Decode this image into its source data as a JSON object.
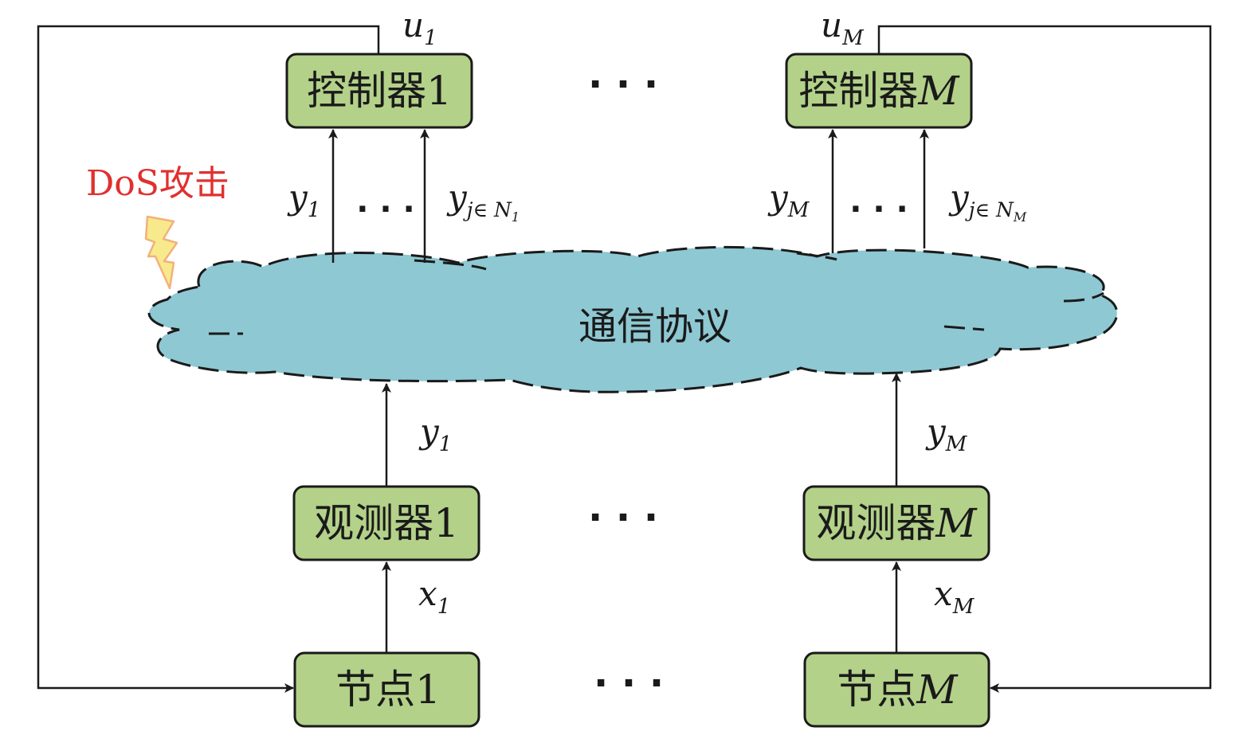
{
  "controllers": [
    {
      "label": "控制器1",
      "output": "u",
      "output_sub": "1"
    },
    {
      "label": "控制器",
      "label_var": "M",
      "output": "u",
      "output_sub": "M"
    }
  ],
  "observers": [
    {
      "label": "观测器1"
    },
    {
      "label": "观测器",
      "label_var": "M"
    }
  ],
  "nodes": [
    {
      "label": "节点1"
    },
    {
      "label": "节点",
      "label_var": "M"
    }
  ],
  "network": {
    "label": "通信协议"
  },
  "attack": {
    "label": "DoS攻击",
    "color": "#e03030"
  },
  "signals": {
    "y1_top": {
      "var": "y",
      "sub": "1"
    },
    "yjN1": {
      "var": "y",
      "sub": "j∈ N",
      "subsub": "1"
    },
    "yM_top": {
      "var": "y",
      "sub": "M"
    },
    "yjNM": {
      "var": "y",
      "sub": "j∈ N",
      "subsub": "M"
    },
    "y1_bottom": {
      "var": "y",
      "sub": "1"
    },
    "yM_bottom": {
      "var": "y",
      "sub": "M"
    },
    "x1": {
      "var": "x",
      "sub": "1"
    },
    "xM": {
      "var": "x",
      "sub": "M"
    }
  },
  "ellipsis": "· · ·",
  "colors": {
    "box_fill": "#b3d189",
    "cloud_fill": "#8ec8d3",
    "attack": "#e03030"
  }
}
